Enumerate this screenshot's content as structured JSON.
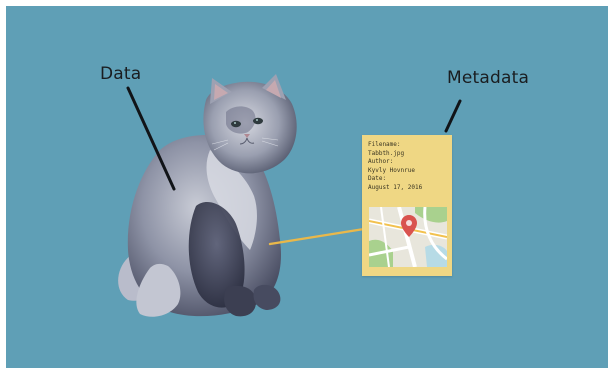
{
  "labels": {
    "data": "Data",
    "metadata": "Metadata"
  },
  "metadata_card": {
    "lines": [
      "Filename:",
      "Tabbth.jpg",
      "Author:",
      "Kyvly Hovnrue",
      "Date:",
      "August 17, 2016"
    ]
  },
  "colors": {
    "background": "#5f9fb6",
    "card": "#efd784",
    "connector": "#e9b84a",
    "arrow": "#111418",
    "map_pin": "#d9534f"
  },
  "icons": {
    "subject": "cat-image",
    "map": "map-icon",
    "pin": "location-pin-icon"
  }
}
